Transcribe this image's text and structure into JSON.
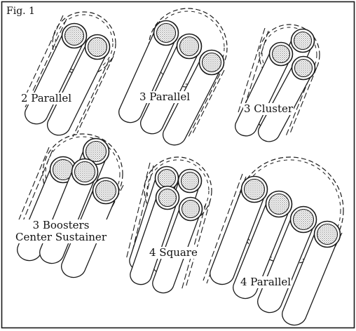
{
  "figure_label": "Fig. 1",
  "configurations": [
    {
      "id": "2-parallel",
      "label_lines": [
        "2 Parallel"
      ]
    },
    {
      "id": "3-parallel",
      "label_lines": [
        "3 Parallel"
      ]
    },
    {
      "id": "3-cluster",
      "label_lines": [
        "3 Cluster"
      ]
    },
    {
      "id": "3-boosters",
      "label_lines": [
        "3 Boosters",
        "Center Sustainer"
      ]
    },
    {
      "id": "4-square",
      "label_lines": [
        "4 Square"
      ]
    },
    {
      "id": "4-parallel",
      "label_lines": [
        "4 Parallel"
      ]
    }
  ],
  "colors": {
    "ink": "#1a1a1a",
    "stipple": "#8a8a8a",
    "paper": "#ffffff"
  }
}
